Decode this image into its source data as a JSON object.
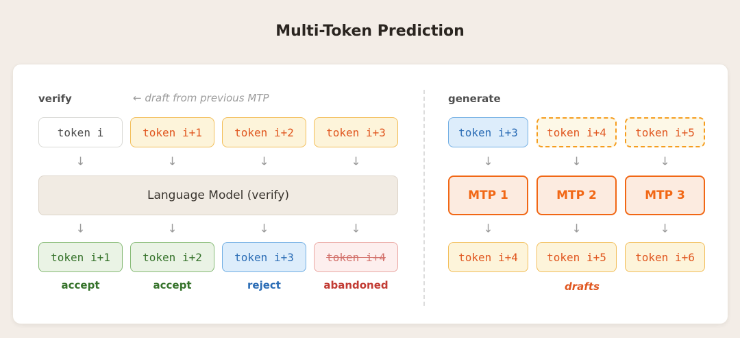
{
  "title": "Multi-Token Prediction",
  "icons": {
    "down_arrow": "↓"
  },
  "colors": {
    "page_background": "#f3ede7",
    "card_background": "#ffffff",
    "accent_orange": "#f16715",
    "draft_yellow_border": "#f2bd57",
    "accept_green": "#35722a",
    "reject_blue": "#2a6cb5",
    "abandoned_red": "#c23b33"
  },
  "verify_section": {
    "label": "verify",
    "note": "← draft from previous MTP",
    "input_tokens": [
      {
        "text": "token i",
        "style": "plain"
      },
      {
        "text": "token i+1",
        "style": "draft"
      },
      {
        "text": "token i+2",
        "style": "draft"
      },
      {
        "text": "token i+3",
        "style": "draft"
      }
    ],
    "model_label": "Language Model (verify)",
    "output_tokens": [
      {
        "text": "token i+1",
        "status": "accept"
      },
      {
        "text": "token i+2",
        "status": "accept"
      },
      {
        "text": "token i+3",
        "status": "reject"
      },
      {
        "text": "token i+4",
        "status": "abandoned"
      }
    ]
  },
  "generate_section": {
    "label": "generate",
    "input_tokens": [
      {
        "text": "token i+3",
        "style": "context"
      },
      {
        "text": "token i+4",
        "style": "speculative"
      },
      {
        "text": "token i+5",
        "style": "speculative"
      }
    ],
    "modules": [
      {
        "text": "MTP 1"
      },
      {
        "text": "MTP 2"
      },
      {
        "text": "MTP 3"
      }
    ],
    "output_tokens": [
      {
        "text": "token i+4"
      },
      {
        "text": "token i+5"
      },
      {
        "text": "token i+6"
      }
    ],
    "caption": "drafts"
  }
}
